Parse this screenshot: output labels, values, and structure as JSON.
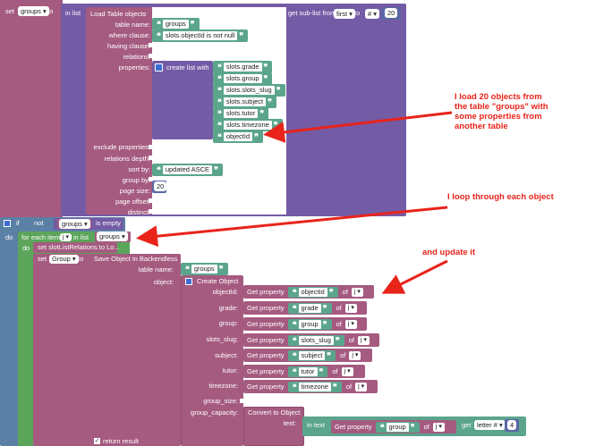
{
  "top_set": {
    "keyword": "set",
    "var": "groups ▾",
    "to": "to"
  },
  "sublist": {
    "in_list": "in list",
    "label": "get sub-list from",
    "first": "first ▾",
    "to": "to",
    "hash": "# ▾",
    "count": "20"
  },
  "load": {
    "title": "Load Table objects",
    "table_name_label": "table name:",
    "table_name_value": "groups",
    "where_label": "where clause:",
    "where_value": "slots.objectId is not null",
    "having_label": "having clause:",
    "relations_label": "relations:",
    "properties_label": "properties:",
    "create_list": "create list with",
    "props": [
      "slots.grade",
      "slots.group",
      "slots.slots_slug",
      "slots.subject",
      "slots.tutor",
      "slots.timezone",
      "objectId"
    ],
    "exclude_label": "exclude properties:",
    "depth_label": "relations depth:",
    "sort_label": "sort by:",
    "sort_value": "updated ASCE",
    "group_label": "group by:",
    "page_size_label": "page size:",
    "page_size_value": "20",
    "page_offset_label": "page offset:",
    "distinct_label": "distinct:"
  },
  "if_block": {
    "if": "if",
    "not": "not",
    "var": "groups ▾",
    "is_empty": "is empty",
    "do": "do"
  },
  "for_each": {
    "label": "for each item",
    "item": "j ▾",
    "in_list": "in list",
    "var": "groups ▾",
    "do": "do"
  },
  "set_slot": {
    "label": "set slotListRelations to Lo..."
  },
  "set_group": {
    "keyword": "set",
    "var": "Group ▾",
    "to": "to"
  },
  "save": {
    "title": "Save Object in Backendless",
    "table_name_label": "table name:",
    "table_name_value": "groups",
    "object_label": "object:",
    "create_object": "Create Object",
    "fields": [
      {
        "label": "objectId:",
        "prop": "objectId"
      },
      {
        "label": "grade:",
        "prop": "grade"
      },
      {
        "label": "group:",
        "prop": "group"
      },
      {
        "label": "slots_slug:",
        "prop": "slots_slug"
      },
      {
        "label": "subject:",
        "prop": "subject"
      },
      {
        "label": "tutor:",
        "prop": "tutor"
      },
      {
        "label": "timezone:",
        "prop": "timezone"
      }
    ],
    "get_property": "Get property",
    "of": "of",
    "item_var": "j ▾",
    "group_size_label": "group_size:",
    "group_capacity_label": "group_capacity:",
    "convert": "Convert to Object",
    "text_label": "text:",
    "in_text": "in text",
    "inner_prop": "group",
    "get_letter": "get",
    "letter_dd": "letter # ▾",
    "letter_num": "4",
    "return_result": "return result"
  },
  "annotations": {
    "a1": "I load 20 objects from\nthe table \"groups\" with\nsome properties from\nanother table",
    "a2": "I loop through each object",
    "a3": "and update it"
  },
  "colors": {
    "variables": "#a55b80",
    "lists": "#745ba5",
    "text": "#5ba58c",
    "logic": "#5b80a5",
    "loops": "#5ba55b",
    "annotation": "#e8231a"
  }
}
